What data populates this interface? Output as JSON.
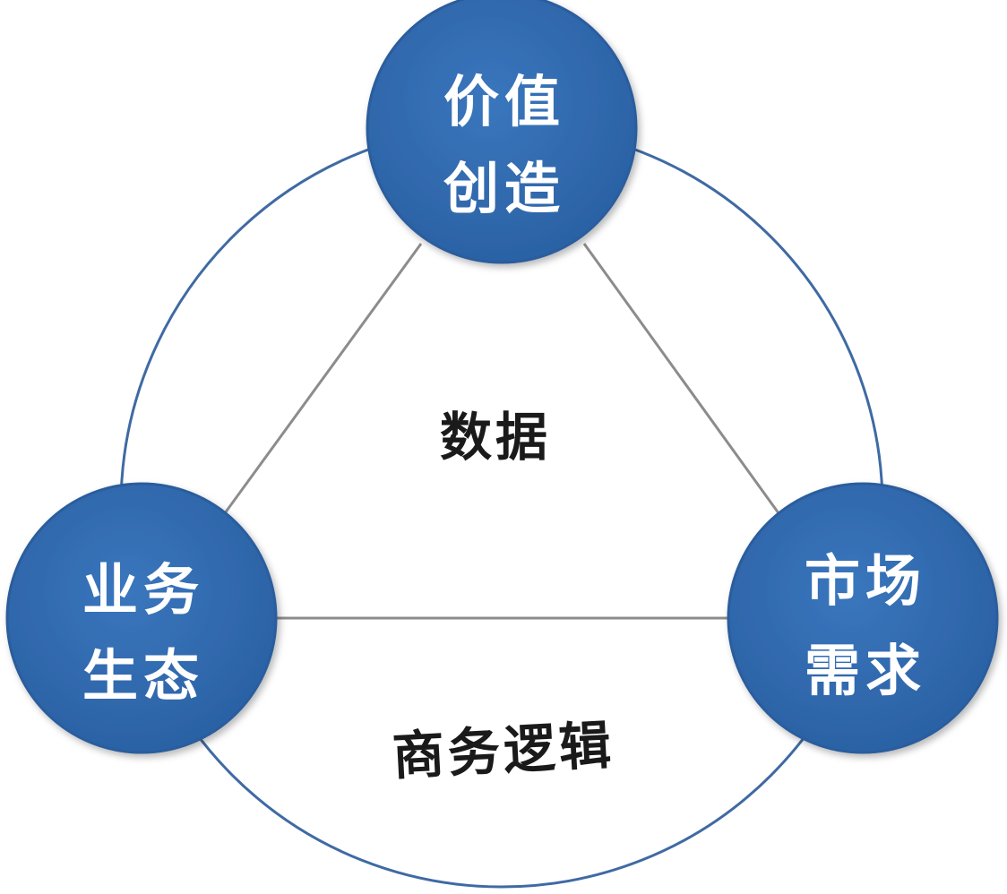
{
  "colors": {
    "node_fill": "#2e67ac",
    "node_stroke": "#2a5d9d",
    "outer_ring": "#3f6aa3",
    "triangle_line": "#8c8c8c",
    "node_text": "#ffffff",
    "center_text": "#1a1a1a"
  },
  "nodes": {
    "top": {
      "line1": "价值",
      "line2": "创造"
    },
    "left": {
      "line1": "业务",
      "line2": "生态"
    },
    "right": {
      "line1": "市场",
      "line2": "需求"
    }
  },
  "center_label": "数据",
  "bottom_label": "商务逻辑"
}
